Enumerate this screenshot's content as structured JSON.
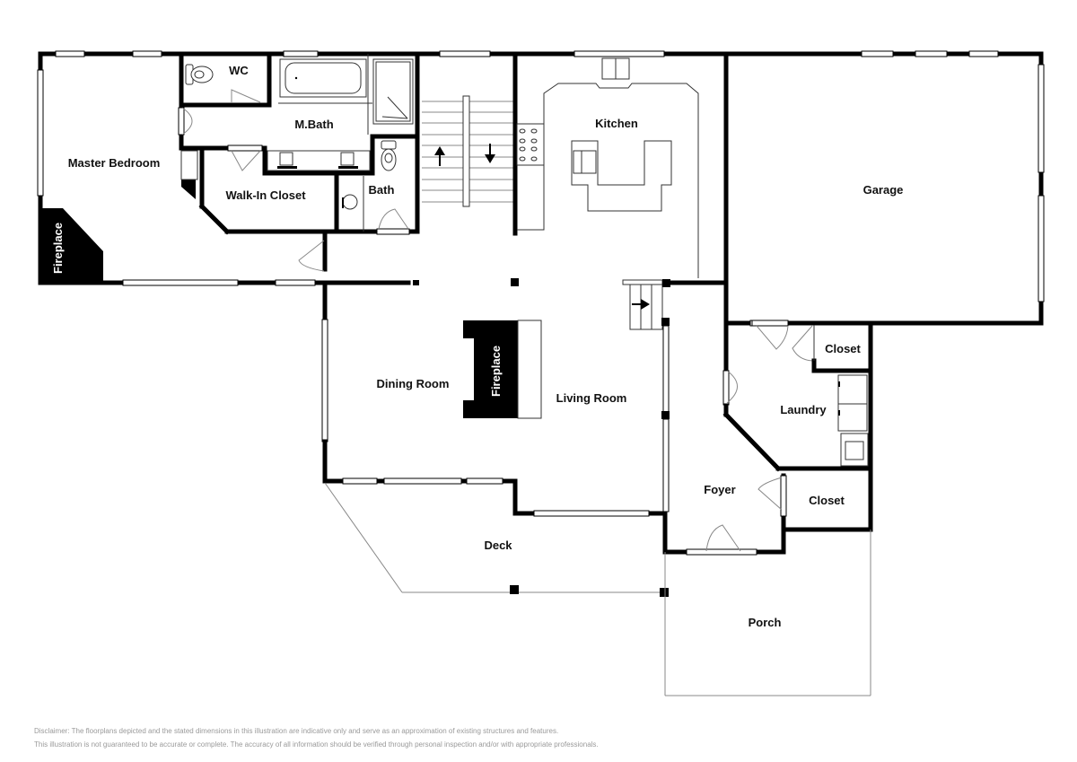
{
  "floorplan": {
    "rooms": {
      "master_bedroom": "Master Bedroom",
      "wc": "WC",
      "m_bath": "M.Bath",
      "walk_in_closet": "Walk-In Closet",
      "bath": "Bath",
      "kitchen": "Kitchen",
      "garage": "Garage",
      "dining_room": "Dining Room",
      "living_room": "Living Room",
      "laundry": "Laundry",
      "closet_upper": "Closet",
      "closet_lower": "Closet",
      "foyer": "Foyer",
      "deck": "Deck",
      "porch": "Porch"
    },
    "features": {
      "fireplace_master": "Fireplace",
      "fireplace_living": "Fireplace"
    },
    "icons": {
      "stairs_up": "arrow-up",
      "stairs_down": "arrow-down",
      "stairs_right": "arrow-right"
    },
    "colors": {
      "wall": "#000000",
      "background": "#ffffff",
      "disclaimer_text": "#9a9a9a"
    }
  },
  "disclaimer": {
    "line1": "Disclaimer: The floorplans depicted and the stated dimensions in this illustration are indicative only and serve as an approximation of existing structures and features.",
    "line2": "This illustration is not guaranteed to be accurate or complete. The accuracy of all information should be verified through personal inspection and/or with appropriate professionals."
  }
}
